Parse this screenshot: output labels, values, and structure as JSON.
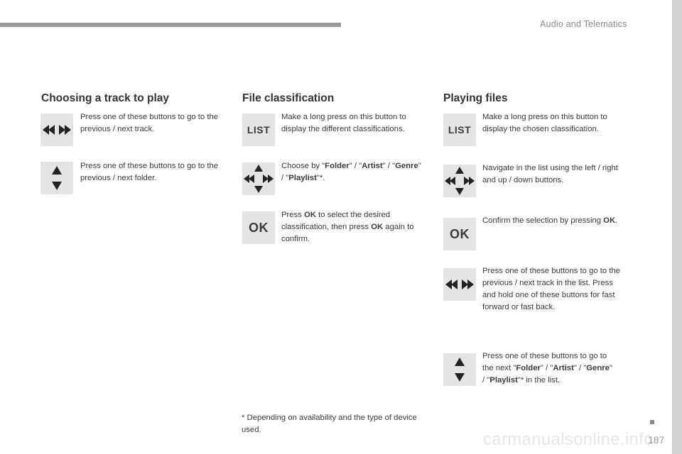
{
  "header": {
    "title": "Audio and Telematics"
  },
  "columns": [
    {
      "title": "Choosing a track to play"
    },
    {
      "title": "File classification"
    },
    {
      "title": "Playing files"
    }
  ],
  "buttons": {
    "list_label": "LIST",
    "ok_label": "OK"
  },
  "col1": {
    "row1": "Press one of these buttons to go to the previous / next track.",
    "row2": "Press one of these buttons to go to the previous / next folder."
  },
  "col2": {
    "row1": "Make a long press on this button to display the different classifications.",
    "row2": {
      "t1": "Choose by \"",
      "b1": "Folder",
      "t2": "\" / \"",
      "b2": "Artist",
      "t3": "\" / \"",
      "b3": "Genre",
      "t4": "\" / \"",
      "b4": "Playlist",
      "t5": "\"*."
    },
    "row3": {
      "t1": "Press ",
      "b1": "OK",
      "t2": " to select the desired classification, then press ",
      "b2": "OK",
      "t3": " again to confirm."
    }
  },
  "col3": {
    "row1": "Make a long press on this button to display the chosen classification.",
    "row2": "Navigate in the list using the left / right and up / down buttons.",
    "row3": {
      "t1": "Confirm the selection by pressing ",
      "b1": "OK",
      "t2": "."
    },
    "row4": "Press one of these buttons to go to the previous / next track in the list. Press and hold one of these buttons for fast forward or fast back.",
    "row5": {
      "t1": "Press one of these buttons to go to the next \"",
      "b1": "Folder",
      "t2": "\" / \"",
      "b2": "Artist",
      "t3": "\" / \"",
      "b3": "Genre",
      "t4": "\" / \"",
      "b4": "Playlist",
      "t5": "\"* in the list."
    }
  },
  "footnote": "* Depending on availability and the type of device used.",
  "footer": {
    "page_number": "187",
    "watermark": "carmanualsonline.info"
  }
}
